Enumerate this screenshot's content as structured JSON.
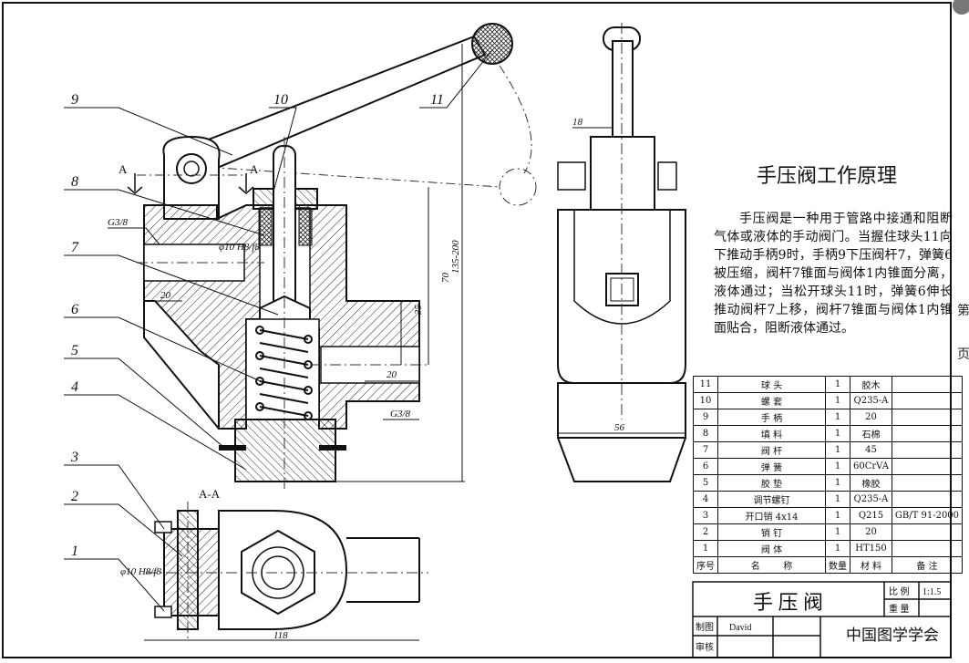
{
  "drawing": {
    "section_label_left": "A",
    "section_label_right": "A",
    "section_view_label": "A-A",
    "part_callouts": [
      "9",
      "10",
      "8",
      "7",
      "6",
      "5",
      "4",
      "3",
      "2",
      "1",
      "11"
    ],
    "dims": {
      "d20_left": "20",
      "d20_right": "20",
      "d35": "35",
      "d70": "70",
      "d135_200": "135-200",
      "d56": "56",
      "d18": "18",
      "d118": "118",
      "thread_g38_top": "G3/8",
      "thread_g38_bottom": "G3/8",
      "fit_top": "φ10 H8/f8",
      "fit_bottom": "φ10 H8/f8"
    }
  },
  "explanation": {
    "title": "手压阀工作原理",
    "body": "手压阀是一种用于管路中接通和阻断气体或液体的手动阀门。当握住球头11向下推动手柄9时，手柄9下压阀杆7，弹簧6被压缩，阀杆7锥面与阀体1内锥面分离，液体通过；当松开球头11时，弹簧6伸长推动阀杆7上移，阀杆7锥面与阀体1内锥面贴合，阻断液体通过。"
  },
  "bom": {
    "rows": [
      {
        "no": "11",
        "name": "球 头",
        "qty": "1",
        "material": "胶木",
        "note": ""
      },
      {
        "no": "10",
        "name": "螺 套",
        "qty": "1",
        "material": "Q235-A",
        "note": ""
      },
      {
        "no": "9",
        "name": "手 柄",
        "qty": "1",
        "material": "20",
        "note": ""
      },
      {
        "no": "8",
        "name": "填 料",
        "qty": "1",
        "material": "石棉",
        "note": ""
      },
      {
        "no": "7",
        "name": "阀 杆",
        "qty": "1",
        "material": "45",
        "note": ""
      },
      {
        "no": "6",
        "name": "弹 簧",
        "qty": "1",
        "material": "60CrVA",
        "note": ""
      },
      {
        "no": "5",
        "name": "胶 垫",
        "qty": "1",
        "material": "橡胶",
        "note": ""
      },
      {
        "no": "4",
        "name": "调节螺钉",
        "qty": "1",
        "material": "Q235-A",
        "note": ""
      },
      {
        "no": "3",
        "name": "开口销 4x14",
        "qty": "1",
        "material": "Q215",
        "note": "GB/T 91-2000"
      },
      {
        "no": "2",
        "name": "销 钉",
        "qty": "1",
        "material": "20",
        "note": ""
      },
      {
        "no": "1",
        "name": "阀 体",
        "qty": "1",
        "material": "HT150",
        "note": ""
      }
    ],
    "header": {
      "no": "序号",
      "name_a": "名",
      "name_b": "称",
      "qty": "数量",
      "material": "材 料",
      "note": "备 注"
    }
  },
  "title_block": {
    "drawing_name": "手 压 阀",
    "scale_label": "比 例",
    "scale_value": "1:1.5",
    "weight_label": "重 量",
    "drawn_label": "制图",
    "drawn_by": "David",
    "checked_label": "审核",
    "organization": "中国图学学会"
  },
  "edge": {
    "right_char_1": "第",
    "right_char_2": "页"
  }
}
